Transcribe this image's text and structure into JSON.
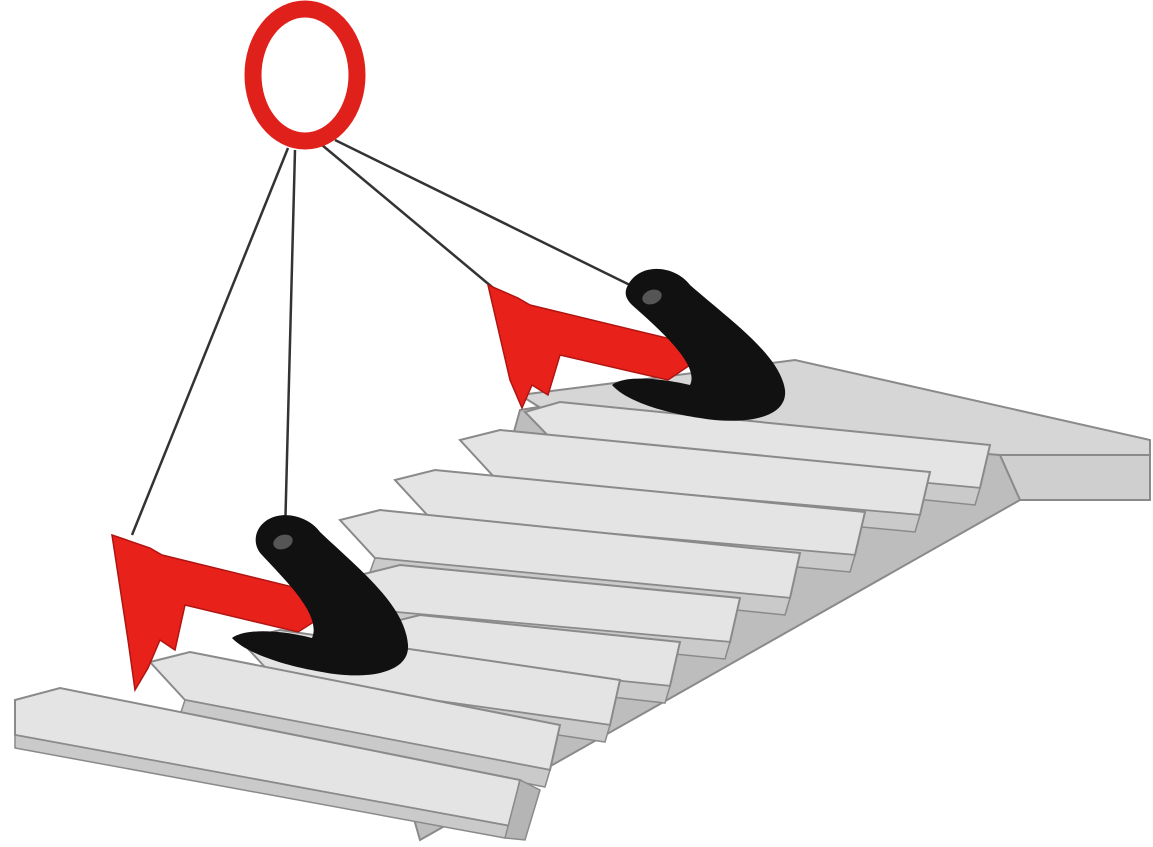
{
  "diagram": {
    "kind": "precast stair lifting illustration",
    "step_count": 9,
    "components": [
      "master-link",
      "sling-legs",
      "upper-stair-clamp",
      "lower-stair-clamp",
      "precast-staircase"
    ],
    "colors": {
      "link": "#e0201a",
      "clamp_body": "#e8211a",
      "clamp_jaw": "#111111",
      "sling": "#333333",
      "step_top": "#e4e4e4",
      "step_riser": "#c9c9c9",
      "stair_side": "#bdbdbd",
      "outline": "#8a8a8a"
    }
  }
}
